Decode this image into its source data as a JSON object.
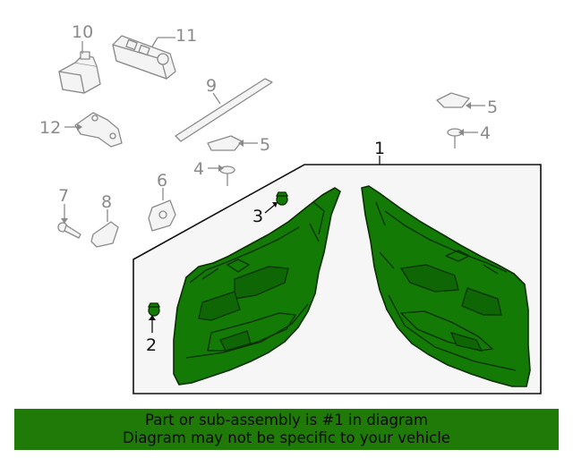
{
  "callouts": {
    "c1": "1",
    "c2": "2",
    "c3": "3",
    "c4a": "4",
    "c4b": "4",
    "c5a": "5",
    "c5b": "5",
    "c6": "6",
    "c7": "7",
    "c8": "8",
    "c9": "9",
    "c10": "10",
    "c11": "11",
    "c12": "12"
  },
  "banner": {
    "line1": "Part or sub-assembly is #1 in diagram",
    "line2": "Diagram may not be specific to your vehicle"
  },
  "colors": {
    "highlight": "#127a05",
    "banner_bg": "#1f7a08",
    "grey_parts": "#8a8a8a"
  }
}
